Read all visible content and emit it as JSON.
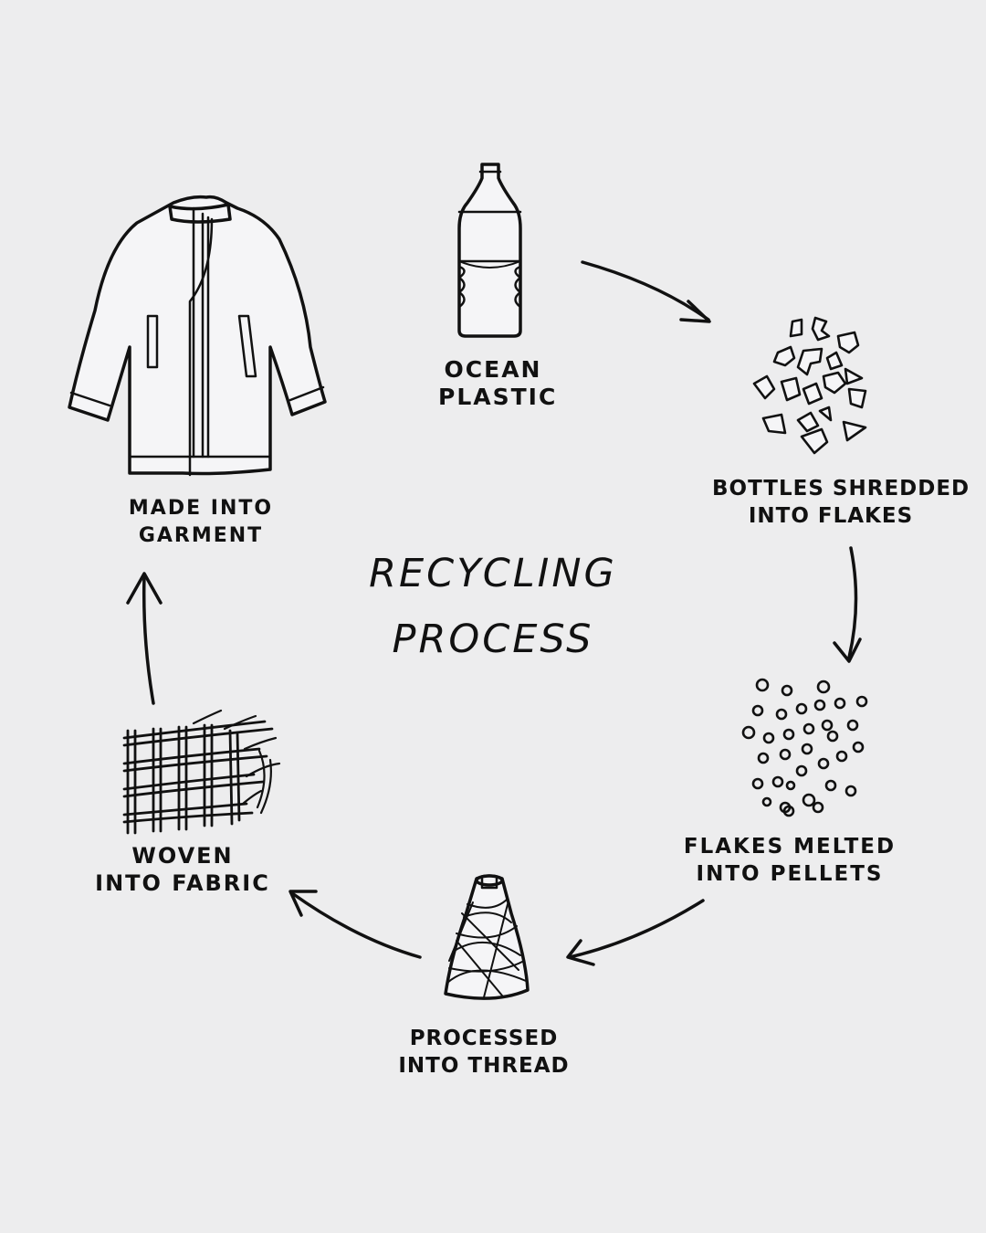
{
  "title": {
    "line1": "RECYCLING",
    "line2": "PROCESS"
  },
  "steps": [
    {
      "icon": "bottle-icon",
      "line1": "OCEAN",
      "line2": "PLASTIC"
    },
    {
      "icon": "flakes-icon",
      "line1": "BOTTLES SHREDDED",
      "line2": "INTO FLAKES"
    },
    {
      "icon": "pellets-icon",
      "line1": "FLAKES MELTED",
      "line2": "INTO PELLETS"
    },
    {
      "icon": "thread-cone-icon",
      "line1": "PROCESSED",
      "line2": "INTO THREAD"
    },
    {
      "icon": "woven-fabric-icon",
      "line1": "WOVEN",
      "line2": "INTO FABRIC"
    },
    {
      "icon": "jacket-icon",
      "line1": "MADE INTO",
      "line2": "GARMENT"
    }
  ],
  "colors": {
    "background": "#ededee",
    "ink": "#111111",
    "fill": "#f5f5f7"
  }
}
